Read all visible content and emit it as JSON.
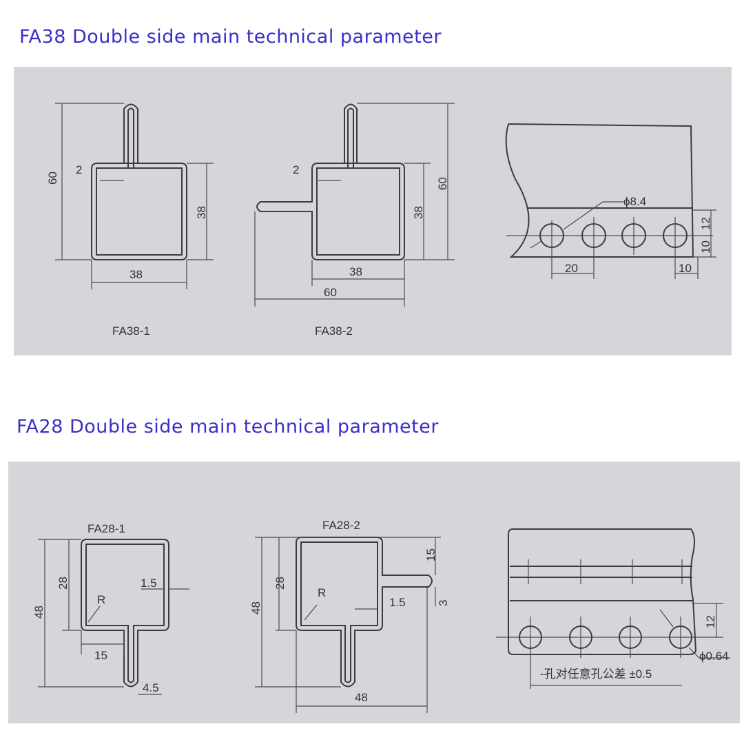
{
  "sections": [
    {
      "title": "FA38 Double side main technical parameter",
      "parts": [
        "FA38-1",
        "FA38-2"
      ],
      "dims_1": {
        "height": "60",
        "side": "38",
        "width": "38",
        "wall": "2"
      },
      "dims_2": {
        "height": "60",
        "side": "38",
        "width": "38",
        "total": "60",
        "wall": "2"
      },
      "holes": {
        "diameter": "ϕ8.4",
        "pitch": "20",
        "edge": "10",
        "top": "12",
        "bottom": "10"
      }
    },
    {
      "title": "FA28 Double side main technical parameter",
      "parts": [
        "FA28-1",
        "FA28-2"
      ],
      "dims_1": {
        "height": "48",
        "side": "28",
        "wall": "1.5",
        "radius": "R",
        "offset": "15",
        "tab": "4.5"
      },
      "dims_2": {
        "height": "48",
        "side": "28",
        "wall": "1.5",
        "radius": "R",
        "tab_pos": "15",
        "tab": "3",
        "width": "48"
      },
      "holes": {
        "top": "12",
        "diameter": "ϕ0.64",
        "note": "-孔对任意孔公差 ±0.5"
      }
    }
  ],
  "colors": {
    "title": "#3a2fc8",
    "panel": "#d5d6da",
    "line": "#3c3c40"
  }
}
